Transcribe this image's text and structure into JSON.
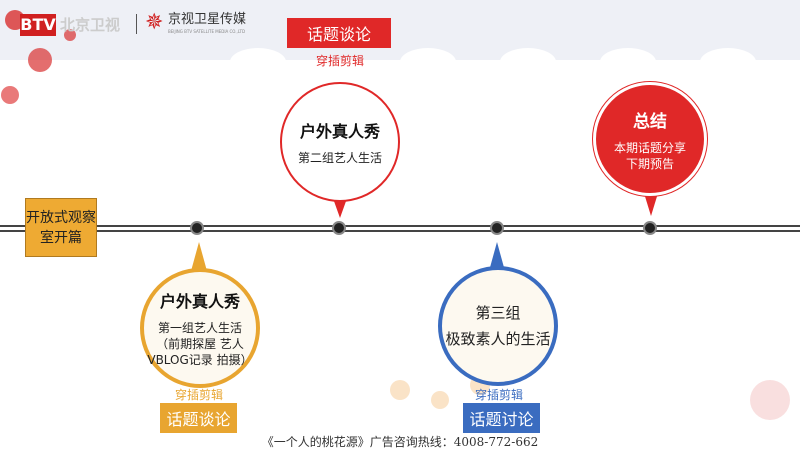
{
  "header": {
    "logo_btv": "BTV",
    "logo_channel": "北京卫视",
    "logo_company": "京视卫星传媒",
    "logo_company_en": "BEIJING BTV SATELLITE MEDIA CO.,LTD"
  },
  "start": {
    "label": "开放式观察室开篇"
  },
  "nodes": [
    {
      "title": "户外真人秀",
      "lines": [
        "第一组艺人生活",
        "（前期探屋 艺人",
        "VBLOG记录 拍摄）"
      ],
      "tag": "穿插剪辑",
      "box": "话题谈论",
      "color": "#e8a530"
    },
    {
      "title": "户外真人秀",
      "lines": [
        "第二组艺人生活"
      ],
      "tag": "穿插剪辑",
      "box": "话题谈论",
      "color": "#e02828"
    },
    {
      "title": "",
      "lines": [
        "第三组",
        "极致素人的生活"
      ],
      "tag": "穿插剪辑",
      "box": "话题讨论",
      "color": "#3a6cc0"
    },
    {
      "title": "总结",
      "lines": [
        "本期话题分享",
        "下期预告"
      ],
      "color": "#e02828"
    }
  ],
  "footer": "《一个人的桃花源》广告咨询热线：4008-772-662"
}
